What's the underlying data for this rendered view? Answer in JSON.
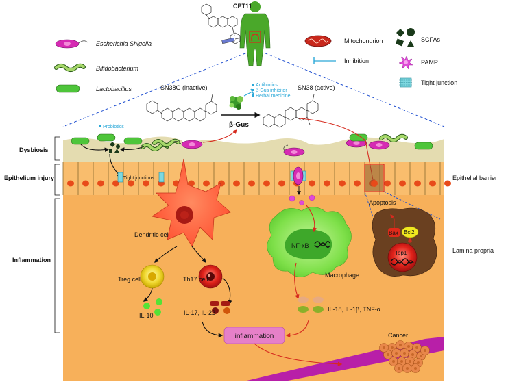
{
  "top": {
    "drug": "CPT11"
  },
  "legend": {
    "escherichia": "Escherichia Shigella",
    "bifido": "Bifidobacterium",
    "lacto": "Lactobacillus",
    "mito": "Mitochondrion",
    "inhibition": "Inhibition",
    "scfa": "SCFAs",
    "pamp": "PAMP",
    "tj": "Tight junction"
  },
  "metabolism": {
    "sn38g": "SN38G (inactive)",
    "sn38": "SN38 (active)",
    "bgus": "β-Gus",
    "interventions": [
      "Antibiotics",
      "β-Gus inhibitor",
      "Herbal medicine"
    ],
    "probiotics": "Probiotics"
  },
  "side_left": {
    "dysbiosis": "Dysbiosis",
    "epithelium": "Epithelium injury",
    "inflammation": "Inflammation"
  },
  "side_right": {
    "barrier": "Epithelial barrier",
    "lamina": "Lamina propria"
  },
  "cells": {
    "tight_junctions": "Tight junctions",
    "dendritic": "Dendritic cell",
    "treg": "Treg cell",
    "th17": "Th17 cell",
    "il10": "IL-10",
    "il17": "IL-17, IL-22",
    "nfkb": "NF-κB",
    "macrophage": "Macrophage",
    "cytokines": "IL-18, IL-1β, TNF-α",
    "inflammation": "inflammation",
    "apoptosis": "Apoptosis",
    "bax": "Bax",
    "bcl2": "Bcl2",
    "top1": "Top1",
    "cancer": "Cancer"
  },
  "colors": {
    "lamina": "#f7b05a",
    "epithelium": "#f9bd6d",
    "nucleus": "#e84a1a",
    "mucus": "#e4dcb0",
    "bacteria_magenta": "#d62ab3",
    "bacteria_green": "#4ec53a",
    "arrow_red": "#d62a1e",
    "intervention_blue": "#2aa8d8",
    "macrophage": "#66d23a",
    "inflammation_box": "#e680c8",
    "cancer": "#e8874a"
  }
}
